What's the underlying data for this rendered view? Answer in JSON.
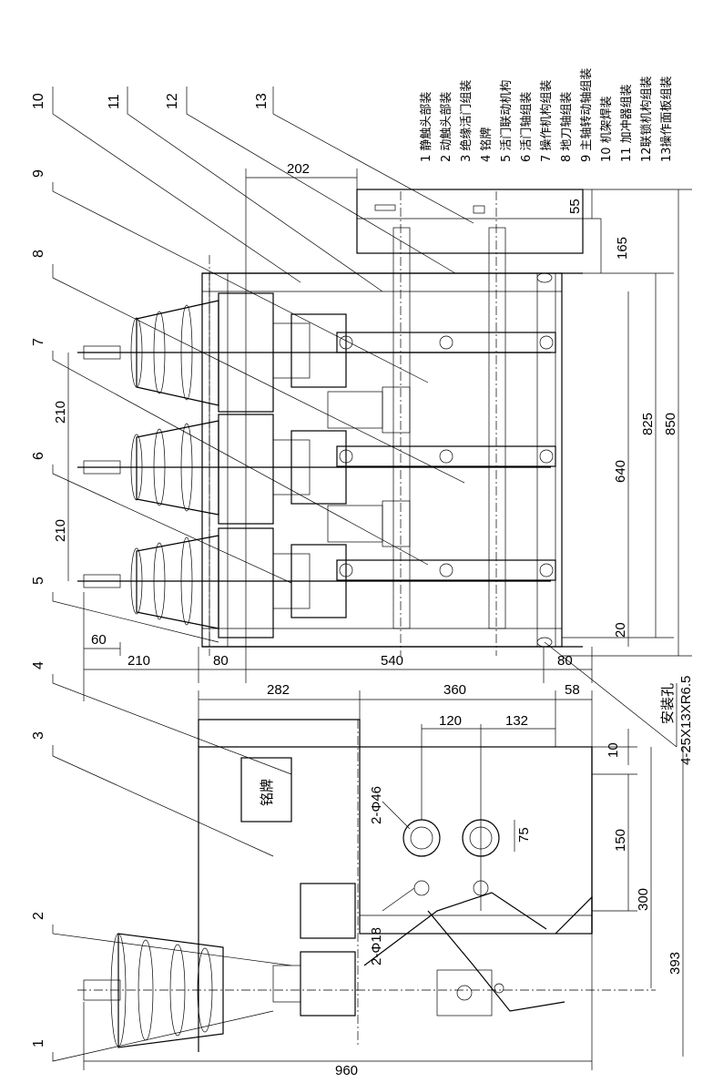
{
  "legend": [
    "1 静触头部装",
    "2 动触头部装",
    "3 绝缘活门组装",
    "4 铭牌",
    "5 活门联动机构",
    "6 活门轴组装",
    "7 操作机构组装",
    "8 地刀轴组装",
    "9 主轴转动轴组装",
    "10 机架焊装",
    "11 加冲器组装",
    "12联锁机构组装",
    "13操作面板组装"
  ],
  "leaders_top": [
    "10",
    "11",
    "12",
    "13"
  ],
  "leaders_left": [
    "9",
    "8",
    "7",
    "6",
    "5",
    "4",
    "3",
    "2",
    "1"
  ],
  "nameplate": "铭牌",
  "mount_holes_label": "安装孔",
  "mount_holes_spec": "4-25X13XR6.5",
  "hole_46": "2-Φ46",
  "hole_18": "2-Φ18",
  "dims_top_view": {
    "d202": "202",
    "d55": "55",
    "d165": "165",
    "d825": "825",
    "d850": "850",
    "d640": "640",
    "d20": "20",
    "d210a": "210",
    "d210b": "210",
    "d60": "60",
    "d210c": "210",
    "d80a": "80",
    "d540": "540",
    "d80b": "80"
  },
  "dims_side_view": {
    "d282": "282",
    "d360": "360",
    "d58": "58",
    "d120": "120",
    "d132": "132",
    "d10": "10",
    "d75": "75",
    "d150": "150",
    "d300": "300",
    "d393": "393",
    "d960": "960"
  }
}
